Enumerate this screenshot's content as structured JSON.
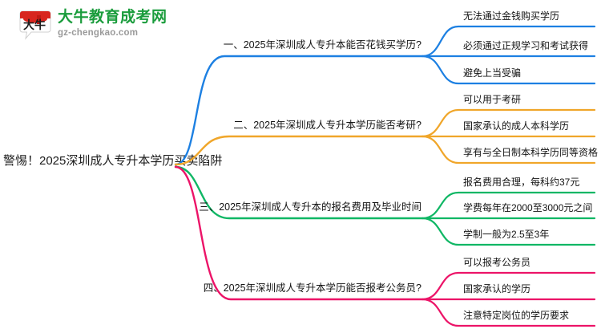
{
  "logo": {
    "mark_text": "大牛",
    "title": "大牛教育成考网",
    "subtitle": "gz-chengkao.com",
    "brand_color": "#1a9c3c",
    "mark_color": "#d8261f"
  },
  "center": {
    "title": "警惕！2025深圳成人专升本学历买卖陷阱"
  },
  "colors": {
    "branch_1": "#1d80e2",
    "branch_2": "#f0a62a",
    "branch_3": "#10b765",
    "branch_4": "#ec1468"
  },
  "branches": [
    {
      "index": "1",
      "label": "一、2025年深圳成人专升本能否花钱买学历?",
      "color": "#1d80e2",
      "leaves": [
        {
          "label": "无法通过金钱购买学历"
        },
        {
          "label": "必须通过正规学习和考试获得"
        },
        {
          "label": "避免上当受骗"
        }
      ]
    },
    {
      "index": "2",
      "label": "二、2025年深圳成人专升本学历能否考研?",
      "color": "#f0a62a",
      "leaves": [
        {
          "label": "可以用于考研"
        },
        {
          "label": "国家承认的成人本科学历"
        },
        {
          "label": "享有与全日制本科学历同等资格"
        }
      ]
    },
    {
      "index": "3",
      "label": "三、2025年深圳成人专升本的报名费用及毕业时间",
      "color": "#10b765",
      "leaves": [
        {
          "label": "报名费用合理，每科约37元"
        },
        {
          "label": "学费每年在2000至3000元之间"
        },
        {
          "label": "学制一般为2.5至3年"
        }
      ]
    },
    {
      "index": "4",
      "label": "四、2025年深圳成人专升本学历能否报考公务员?",
      "color": "#ec1468",
      "leaves": [
        {
          "label": "可以报考公务员"
        },
        {
          "label": "国家承认的学历"
        },
        {
          "label": "注意特定岗位的学历要求"
        }
      ]
    }
  ]
}
